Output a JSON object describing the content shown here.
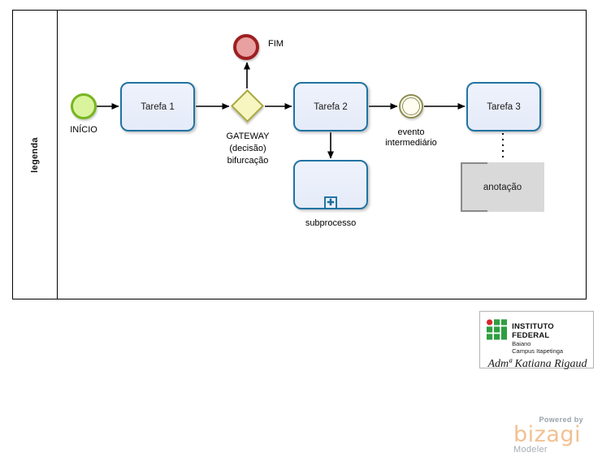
{
  "pool": {
    "label": "legenda"
  },
  "diagram": {
    "start_event": {
      "label": "INÍCIO"
    },
    "tasks": [
      {
        "label": "Tarefa 1"
      },
      {
        "label": "Tarefa 2"
      },
      {
        "label": "Tarefa 3"
      }
    ],
    "gateway": {
      "label_lines": [
        "GATEWAY",
        "(decisão)",
        "bifurcação"
      ]
    },
    "end_event": {
      "label": "FIM"
    },
    "intermediate_event": {
      "label_lines": [
        "evento",
        "intermediário"
      ]
    },
    "subprocess": {
      "label": "subprocesso"
    },
    "annotation": {
      "label": "anotação"
    }
  },
  "icons": {
    "subprocess_plus": "✚"
  },
  "logo_card": {
    "institution": "INSTITUTO FEDERAL",
    "line2": "Baiano",
    "line3": "Campus Itapetinga",
    "signature": "Admª Katiana Rigaud"
  },
  "watermark": {
    "powered_by": "Powered by",
    "brand": "bizagi",
    "product": "Modeler"
  },
  "colors": {
    "task_border": "#2173a3",
    "task_fill": "#e9eefa",
    "start_border": "#77b61f",
    "start_fill": "#d9f49d",
    "end_border": "#9e1f22",
    "end_fill": "#e9a0a0",
    "gateway_border": "#a8a841",
    "gateway_fill": "#f7f5c0",
    "intermediate_border": "#8d8d52",
    "intermediate_fill": "#fffdf0",
    "annotation_fill": "#d9d9d9",
    "annotation_bracket": "#8a8a8a",
    "if_green": "#2f9e41",
    "if_red": "#d9252c",
    "bizagi_orange": "#f2c192",
    "watermark_gray": "#a6adb5"
  }
}
